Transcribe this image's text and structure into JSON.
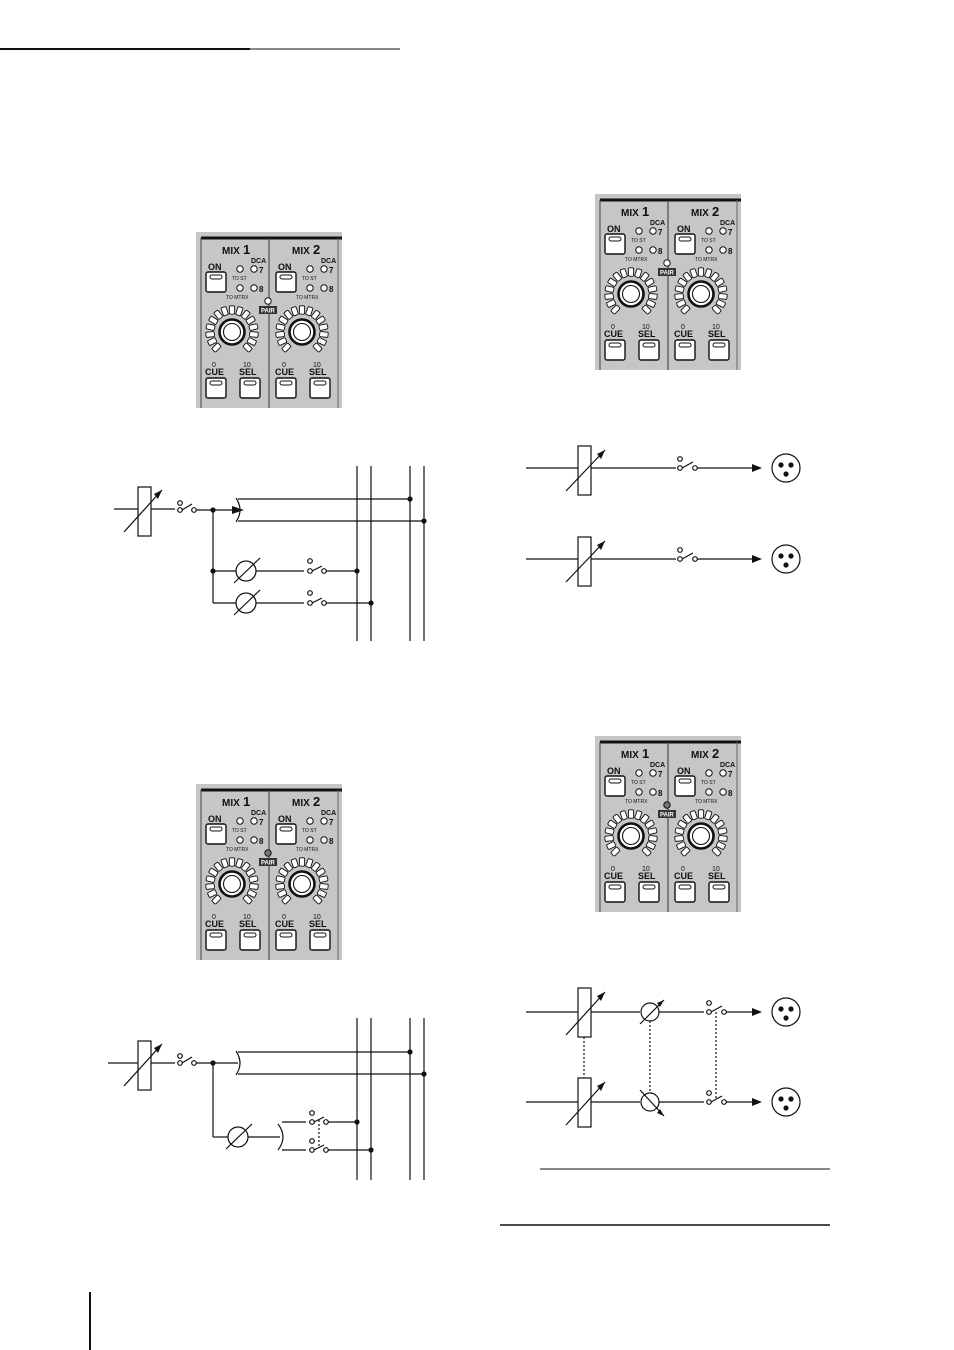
{
  "panels": {
    "mix1_label": "MIX",
    "mix1_num": "1",
    "mix2_label": "MIX",
    "mix2_num": "2",
    "on": "ON",
    "dca": "DCA",
    "to_st": "TO ST",
    "to_mtrx": "TO MTRX",
    "led_7": "7",
    "led_8": "8",
    "pair": "PAIR",
    "scale_min": "0",
    "scale_max": "10",
    "cue": "CUE",
    "sel": "SEL"
  },
  "colors": {
    "panel_bg": "#c6c6c6",
    "panel_border": "#222222",
    "line": "#111111",
    "led_lit": "#777777"
  }
}
